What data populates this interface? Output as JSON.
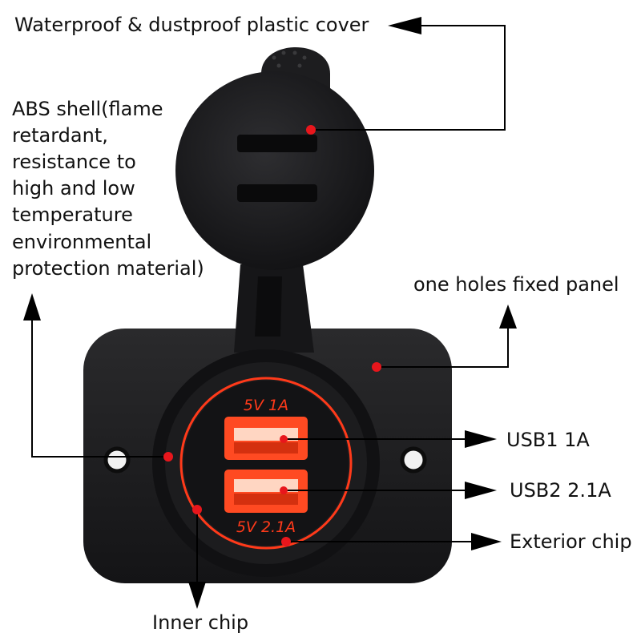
{
  "labels": {
    "cover": "Waterproof & dustproof plastic cover",
    "shell": "ABS shell(flame\nretardant,\nresistance to\nhigh and low\ntemperature\nenvironmental\nprotection material)",
    "panel": "one holes fixed panel",
    "usb1": "USB1 1A",
    "usb2": "USB2 2.1A",
    "exterior_chip": "Exterior chip",
    "inner_chip": "Inner chip"
  },
  "product": {
    "port1_marking": "5V 1A",
    "port2_marking": "5V 2.1A"
  },
  "colors": {
    "glow": "#ff3a1a",
    "marker": "#e8161c",
    "body": "#1b1b1d",
    "line": "#000000"
  }
}
